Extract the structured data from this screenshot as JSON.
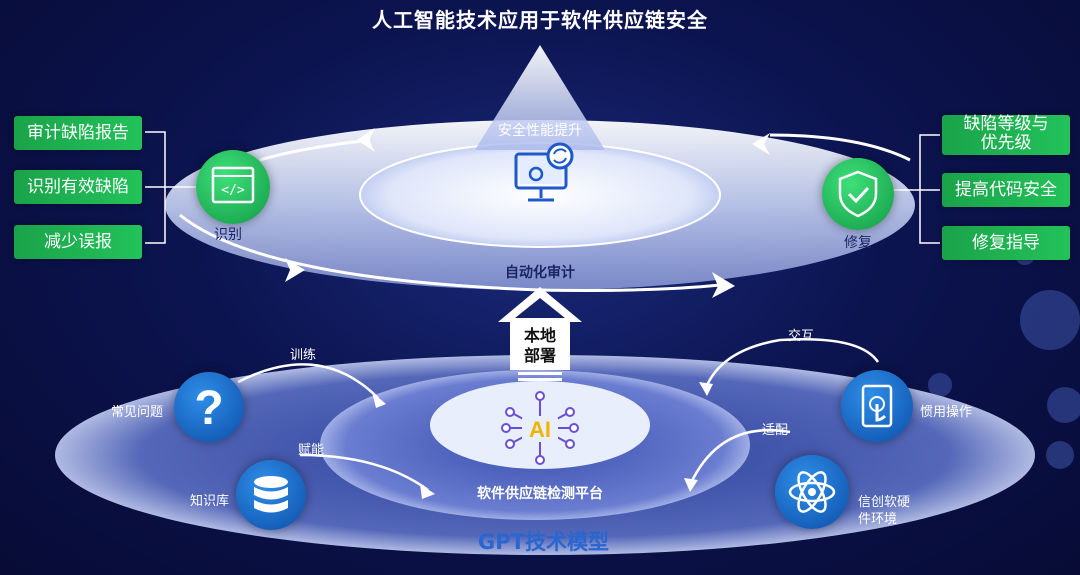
{
  "title": "人工智能技术应用于软件供应链安全",
  "top_platform": {
    "triangle_label": "安全性能提升",
    "ring_label": "自动化审计",
    "left_icon_label": "识别",
    "right_icon_label": "修复"
  },
  "left_tags": [
    "审计缺陷报告",
    "识别有效缺陷",
    "减少误报"
  ],
  "right_tags": [
    "缺陷等级与优先级",
    "提高代码安全",
    "修复指导"
  ],
  "right_tag_first_lines": [
    "缺陷等级与",
    "优先级"
  ],
  "deploy_label_lines": [
    "本地",
    "部署"
  ],
  "bottom_platform": {
    "center_label": "软件供应链检测平台",
    "ai_label": "AI",
    "model_label": "GPT技术模型",
    "nodes": {
      "faq": "常见问题",
      "kb": "知识库",
      "habit": "惯用操作",
      "xc": [
        "信创软硬",
        "件环境"
      ]
    },
    "arrows": {
      "train": "训练",
      "empower": "赋能",
      "interact": "交互",
      "adapt": "适配"
    }
  },
  "icons": [
    "code-window-icon",
    "shield-check-icon",
    "monitor-gear-icon",
    "ai-network-icon",
    "question-mark-icon",
    "database-icon",
    "touch-tablet-icon",
    "atom-icon"
  ]
}
